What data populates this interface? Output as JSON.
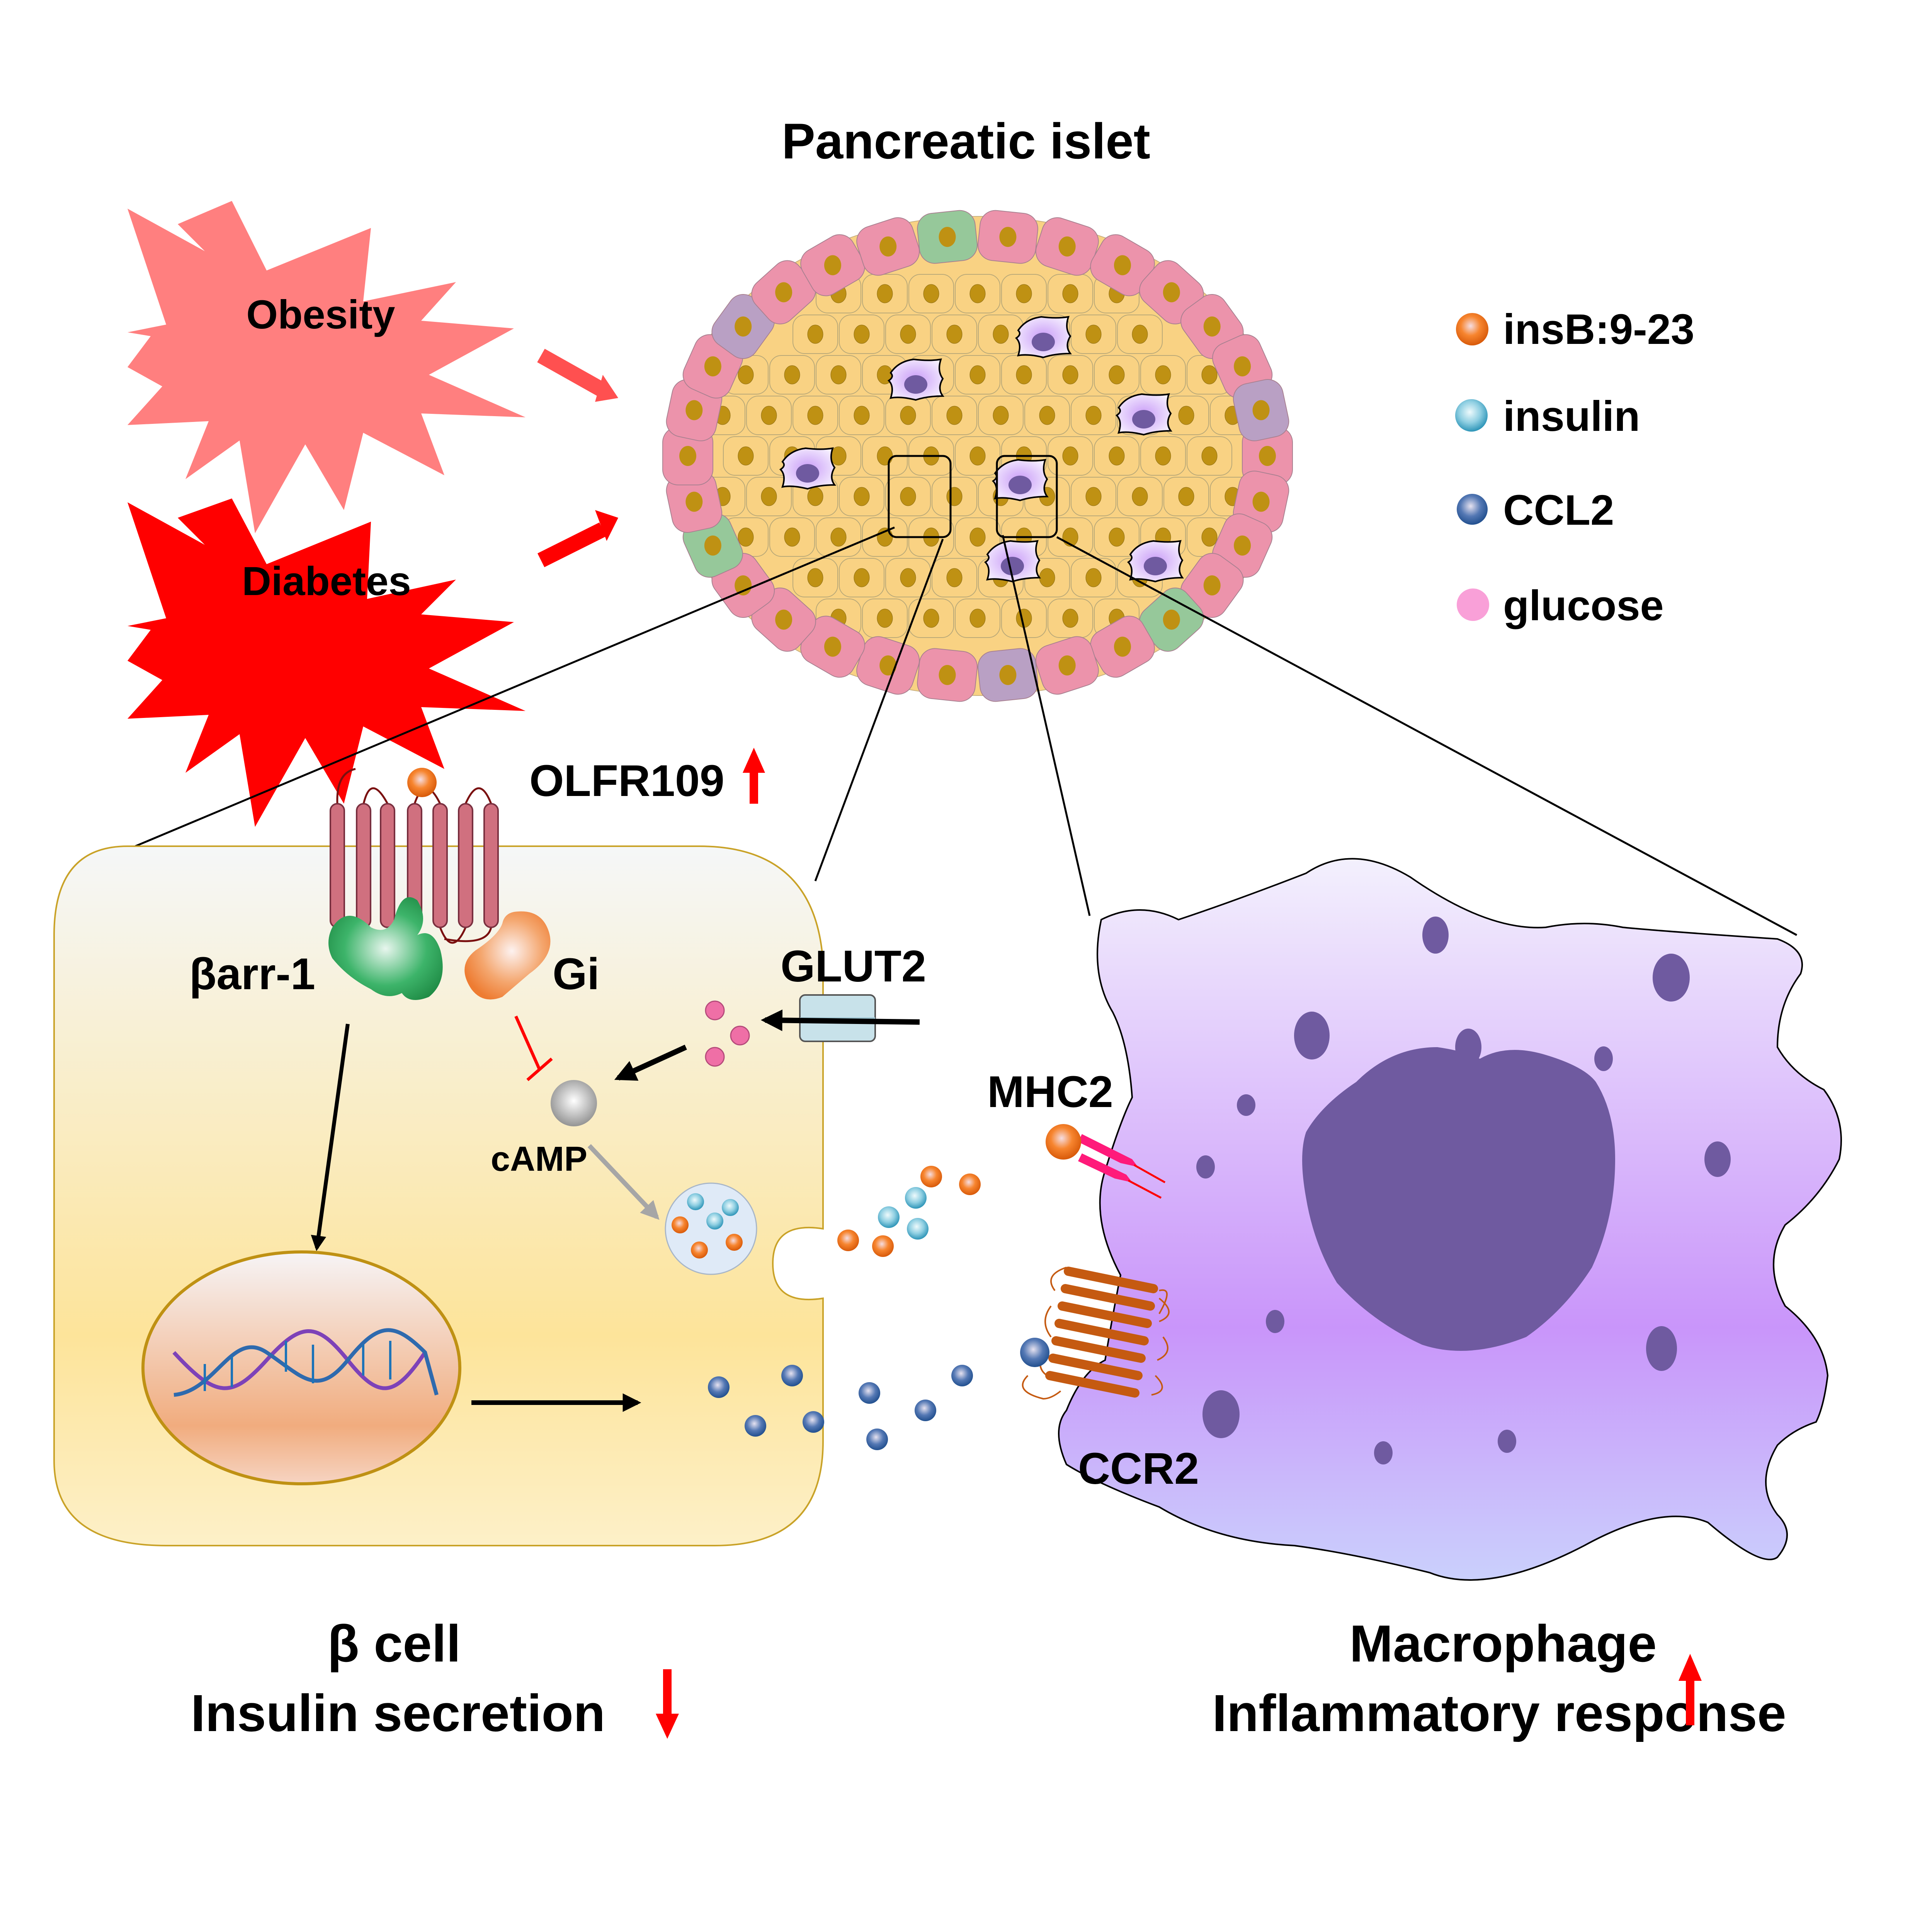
{
  "title": "Pancreatic islet",
  "triggers": [
    {
      "label": "Obesity",
      "color": "#ff7f7f",
      "arrow_color": "#ff5050"
    },
    {
      "label": "Diabetes",
      "color": "#ff0000",
      "arrow_color": "#ff0000"
    }
  ],
  "legend": {
    "items": [
      {
        "label": "insB:9-23",
        "icon": "orange-sphere-icon",
        "color": "#f26b1d"
      },
      {
        "label": "insulin",
        "icon": "light-blue-sphere-icon",
        "color": "#6bc3dc"
      },
      {
        "label": "CCL2",
        "icon": "dark-blue-sphere-icon",
        "color": "#3a6aaa"
      },
      {
        "label": "glucose",
        "icon": "pink-circle-icon",
        "color": "#f9a0d8"
      }
    ]
  },
  "beta_cell": {
    "receptor_label": "OLFR109",
    "receptor_trend": "up",
    "barr_label": "βarr-1",
    "gi_label": "Gi",
    "glut_label": "GLUT2",
    "camp_label": "cAMP",
    "caption_title": "β cell",
    "caption_effect": "Insulin secretion",
    "caption_trend": "down"
  },
  "macrophage": {
    "mhc_label": "MHC2",
    "ccr_label": "CCR2",
    "caption_title": "Macrophage",
    "caption_effect": "Inflammatory response",
    "caption_trend": "up"
  },
  "colors": {
    "trend_arrow": "#ff0000",
    "beta_cell_fill": "#fce5a0",
    "macrophage_fill": "#d4b0fa",
    "nucleus_dark": "#6f5aa0",
    "receptor_helix": "#d0707f",
    "ccr2_helix": "#c55a11",
    "alpha_cell": "#ec93ab",
    "beta_islet_cell": "#f9d283",
    "delta_cell": "#96c89a",
    "pp_cell": "#b9a0c4",
    "islet_nucleus": "#bf9113"
  }
}
